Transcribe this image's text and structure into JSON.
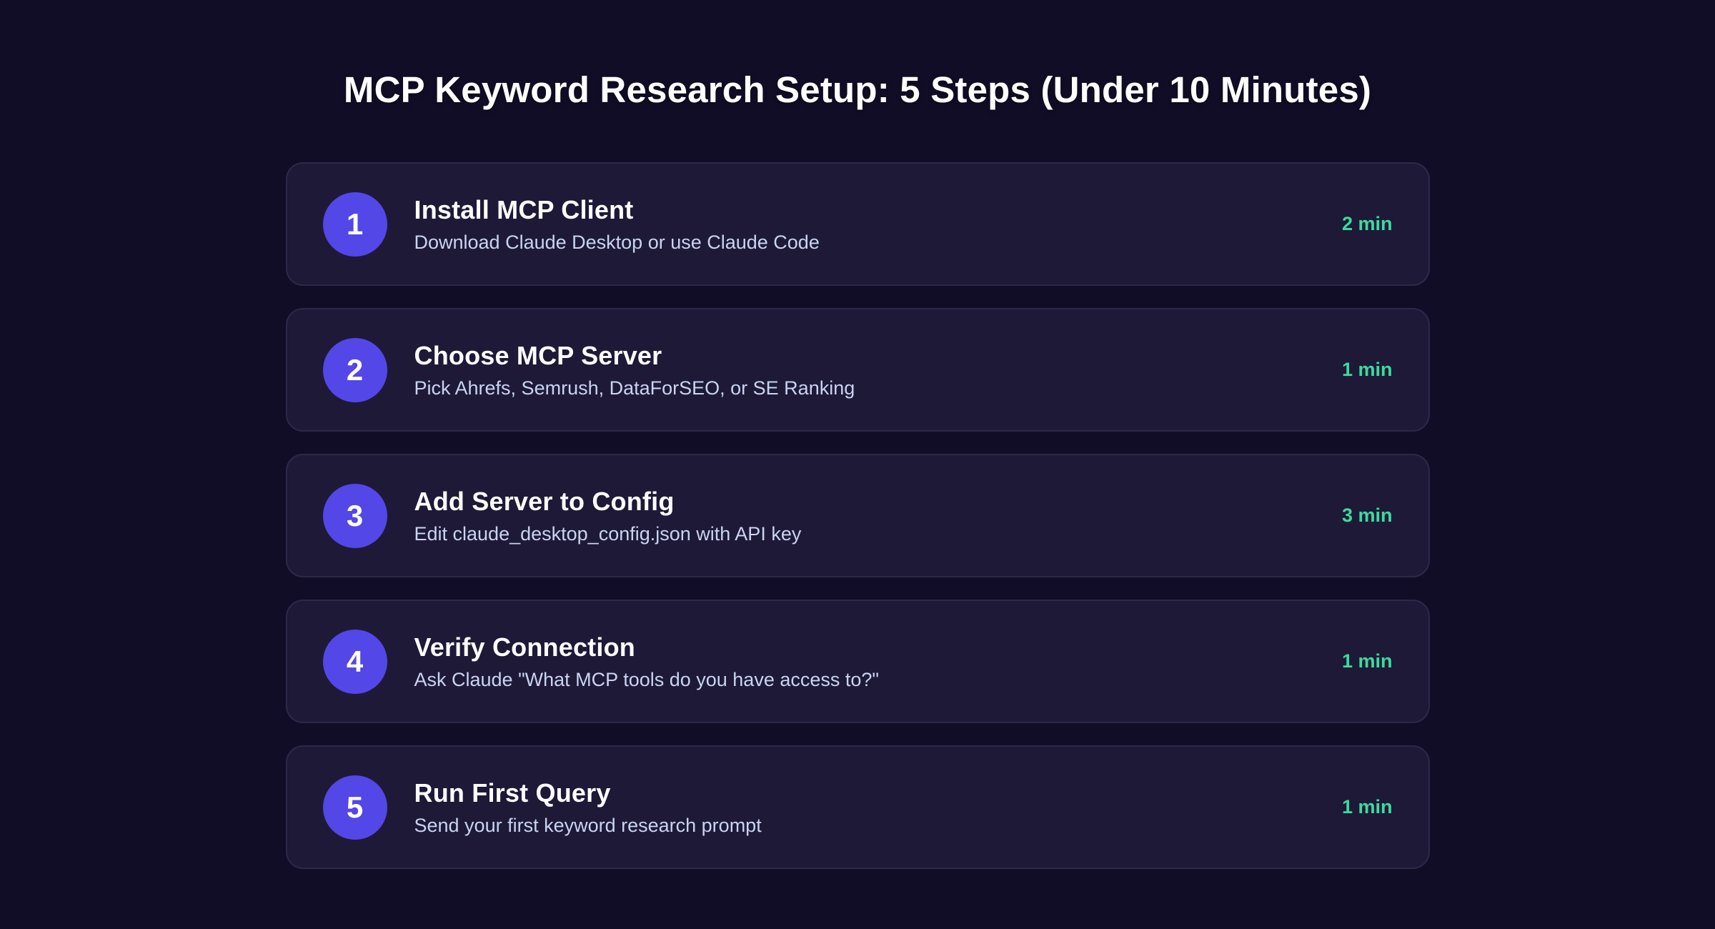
{
  "page": {
    "title": "MCP Keyword Research Setup: 5 Steps (Under 10 Minutes)"
  },
  "colors": {
    "background": "#110d26",
    "card_background": "#1e1937",
    "card_border": "#2d2848",
    "accent_circle": "#5347e8",
    "title_text": "#ffffff",
    "description_text": "#c9d4f2",
    "time_text": "#3bdb9e"
  },
  "steps": [
    {
      "number": "1",
      "title": "Install MCP Client",
      "description": "Download Claude Desktop or use Claude Code",
      "time": "2 min"
    },
    {
      "number": "2",
      "title": "Choose MCP Server",
      "description": "Pick Ahrefs, Semrush, DataForSEO, or SE Ranking",
      "time": "1 min"
    },
    {
      "number": "3",
      "title": "Add Server to Config",
      "description": "Edit claude_desktop_config.json with API key",
      "time": "3 min"
    },
    {
      "number": "4",
      "title": "Verify Connection",
      "description": "Ask Claude \"What MCP tools do you have access to?\"",
      "time": "1 min"
    },
    {
      "number": "5",
      "title": "Run First Query",
      "description": "Send your first keyword research prompt",
      "time": "1 min"
    }
  ]
}
